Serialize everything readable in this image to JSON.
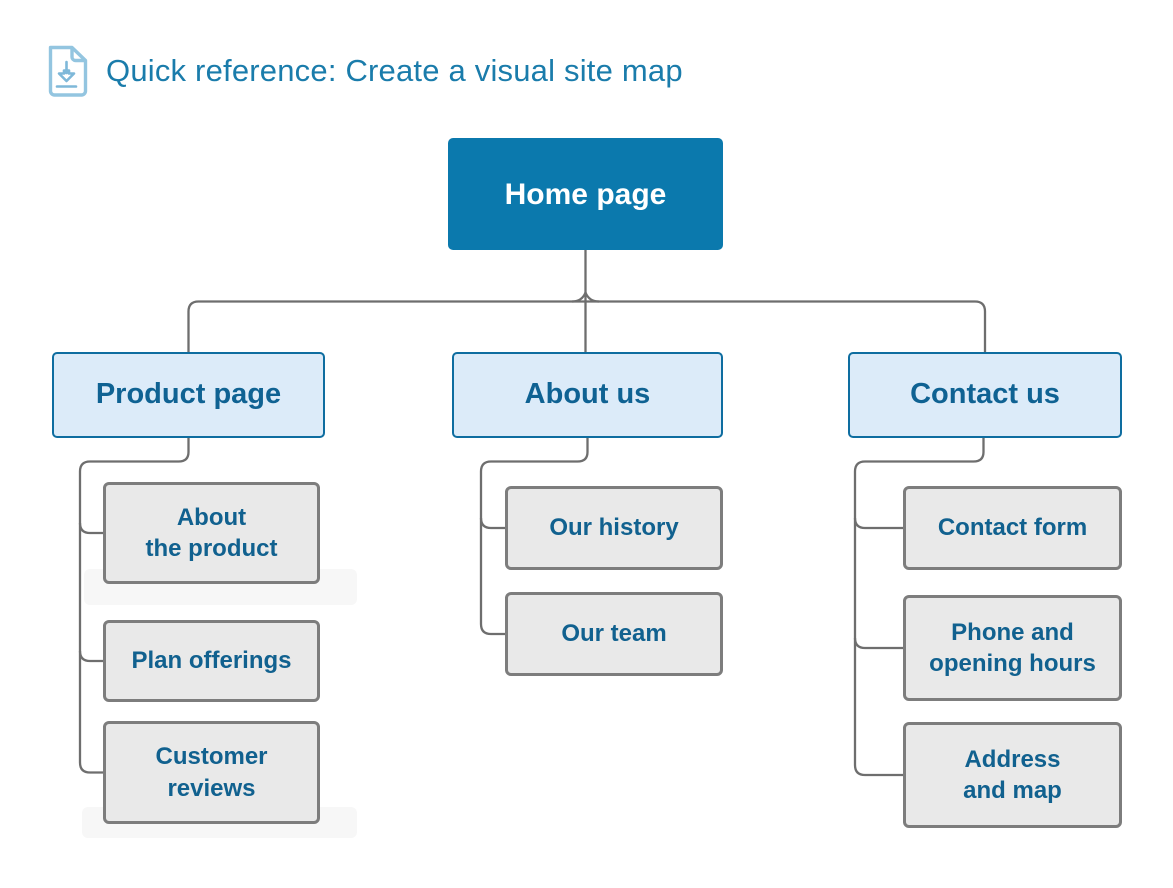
{
  "header": {
    "title": "Quick reference: Create a visual site map",
    "icon": "document-download-icon"
  },
  "colors": {
    "title_text": "#1a7cab",
    "icon_stroke": "#93c5e0",
    "root_fill": "#0b79ad",
    "root_text": "#ffffff",
    "level2_fill": "#dcebf9",
    "level2_border": "#0e6da0",
    "level2_text": "#0f6293",
    "level3_fill": "#e9e9e9",
    "level3_border": "#7d7d7d",
    "level3_text": "#11618f",
    "connector": "#6e6e6e",
    "highlight_band": "#f7f7f7"
  },
  "sitemap": {
    "root": {
      "label": "Home page"
    },
    "level2": [
      {
        "label": "Product page"
      },
      {
        "label": "About us"
      },
      {
        "label": "Contact us"
      }
    ],
    "product_children": [
      {
        "label": "About\nthe product"
      },
      {
        "label": "Plan offerings"
      },
      {
        "label": "Customer\nreviews"
      }
    ],
    "about_children": [
      {
        "label": "Our history"
      },
      {
        "label": "Our team"
      }
    ],
    "contact_children": [
      {
        "label": "Contact form"
      },
      {
        "label": "Phone and\nopening hours"
      },
      {
        "label": "Address\nand map"
      }
    ]
  }
}
